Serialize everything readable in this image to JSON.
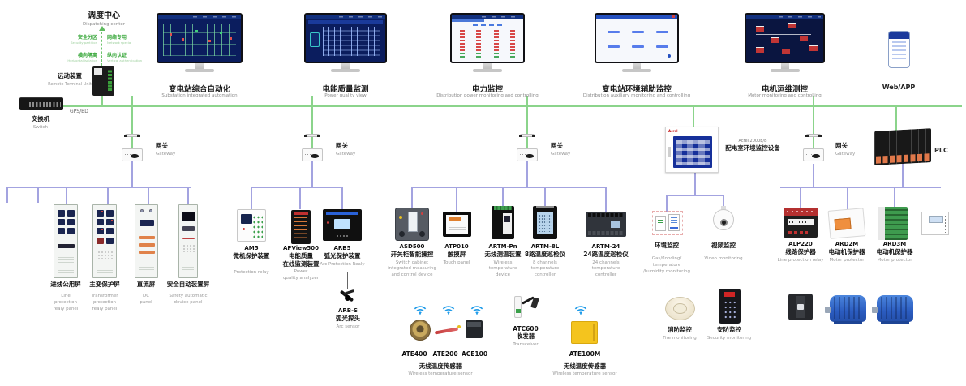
{
  "dispatch": {
    "title": "调度中心",
    "sub": "Dispatching center"
  },
  "policy": {
    "items": [
      {
        "cn": "安全分区",
        "en": "Security partition"
      },
      {
        "cn": "网络专用",
        "en": "Network special"
      },
      {
        "cn": "横向隔离",
        "en": "Horizontal isolation"
      },
      {
        "cn": "纵向认证",
        "en": "Vertical authentication"
      }
    ]
  },
  "rtu": {
    "cn": "远动装置",
    "en": "Remote Terminal Unit"
  },
  "switch": {
    "cn": "交换机",
    "en": "Switch",
    "gps": "GPS/BD"
  },
  "monitors": [
    {
      "cn": "变电站综合自动化",
      "en": "Substation integrated automation"
    },
    {
      "cn": "电能质量监测",
      "en": "Power quality view"
    },
    {
      "cn": "电力监控",
      "en": "Distribution power monitoring and controlling"
    },
    {
      "cn": "变电站环境辅助监控",
      "en": "Distribution auxiliary monitoring and controlling"
    },
    {
      "cn": "电机运维测控",
      "en": "Motor monitoring and controlling"
    }
  ],
  "webapp": {
    "label": "Web/APP"
  },
  "gateway": {
    "cn": "网关",
    "en": "Gateway"
  },
  "acrel2000": {
    "model": "Acrel 2000E/B",
    "cn": "配电室环境监控设备",
    "logo": "Acrel"
  },
  "plc": {
    "label": "PLC"
  },
  "cabinets": [
    {
      "cn": "进线公用屏",
      "en": "Line\nprotection\nrealy panel"
    },
    {
      "cn": "主变保护屏",
      "en": "Transformer\nprotection\nrealy panel"
    },
    {
      "cn": "直流屏",
      "en": "DC\npanel"
    },
    {
      "cn": "安全自动装置屏",
      "en": "Safety automatic\ndevice panel"
    }
  ],
  "relay_group": [
    {
      "model": "AM5",
      "cn": "微机保护装置",
      "en": "Protection relay"
    },
    {
      "model": "APView500",
      "cn": "电能质量\n在线监测装置",
      "en": "Power\nquality analyzer"
    },
    {
      "model": "ARB5",
      "cn": "弧光保护装置",
      "en": "Arc Protection Realy"
    }
  ],
  "arb_s": {
    "model": "ARB-S",
    "cn": "弧光探头",
    "en": "Arc sensor"
  },
  "cabinet_devices": [
    {
      "model": "ASD500",
      "cn": "开关柜智能操控",
      "en": "Switch cabinet\nintegrated measuring\nand control device"
    },
    {
      "model": "ATP010",
      "cn": "触摸屏",
      "en": "Touch panel"
    },
    {
      "model": "ARTM-Pn",
      "cn": "无线测温装置",
      "en": "Wireless\ntemperature\ndevice"
    },
    {
      "model": "ARTM-8L",
      "cn": "8路温度巡检仪",
      "en": "8 channels\ntemperature\ncontroller"
    },
    {
      "model": "ARTM-24",
      "cn": "24路温度巡检仪",
      "en": "24 channels\ntemperature\ncontroller"
    }
  ],
  "wireless": {
    "sensors": [
      {
        "model": "ATE400"
      },
      {
        "model": "ATE200"
      },
      {
        "model": "ACE100"
      }
    ],
    "group_cn": "无线温度传感器",
    "group_en": "Wireless temperature sensor",
    "atc600": {
      "model": "ATC600",
      "cn": "收发器",
      "en": "Transceiver"
    },
    "ate100m": {
      "model": "ATE100M",
      "cn": "无线温度传感器",
      "en": "Wireless temperature sensor"
    }
  },
  "environment": {
    "env": {
      "cn": "环境监控",
      "en": "Gas/flooding/\ntemperature\n/humidity monitoring"
    },
    "video": {
      "cn": "视频监控",
      "en": "Video monitoring"
    },
    "fire": {
      "cn": "消防监控",
      "en": "Fire monitoring"
    },
    "security": {
      "cn": "安防监控",
      "en": "Security monitoring"
    }
  },
  "motor_group": [
    {
      "model": "ALP220",
      "cn": "线路保护器",
      "en": "Line protection relay"
    },
    {
      "model": "ARD2M",
      "cn": "电动机保护器",
      "en": "Motor protector"
    },
    {
      "model": "ARD3M",
      "cn": "电动机保护器",
      "en": "Motor protector"
    }
  ],
  "colors": {
    "bus_green": "#8bd48b",
    "bus_purple": "#a3a3e0",
    "policy_green": "#3aa83c",
    "accent_red": "#c03030",
    "screen_navy": "#0b1d5e"
  }
}
